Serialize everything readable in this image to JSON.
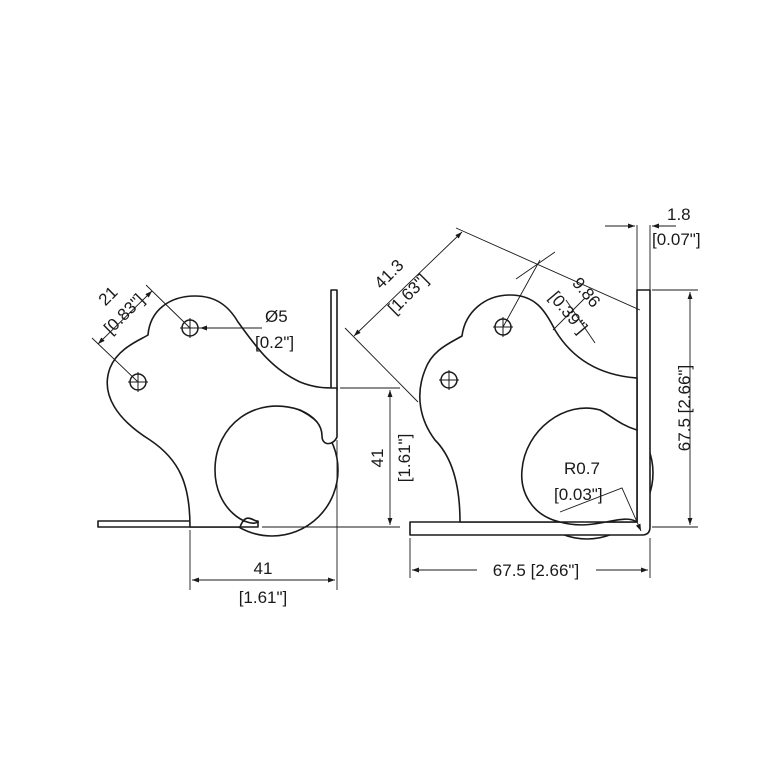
{
  "left_part": {
    "pitch": "21",
    "pitch_in": "[0.83\"]",
    "hole": "Ø5",
    "hole_in": "[0.2\"]",
    "height": "41",
    "height_in": "[1.61\"]",
    "width": "41",
    "width_in": "[1.61\"]"
  },
  "right_part": {
    "thickness": "1.8",
    "thickness_in": "[0.07\"]",
    "diag_span": "41.3",
    "diag_span_in": "[1.63\"]",
    "hole_offset": "9.86",
    "hole_offset_in": "[0.39\"]",
    "height": "67.5 [2.66\"]",
    "radius": "R0.7",
    "radius_in": "[0.03\"]",
    "width": "67.5 [2.66\"]"
  }
}
